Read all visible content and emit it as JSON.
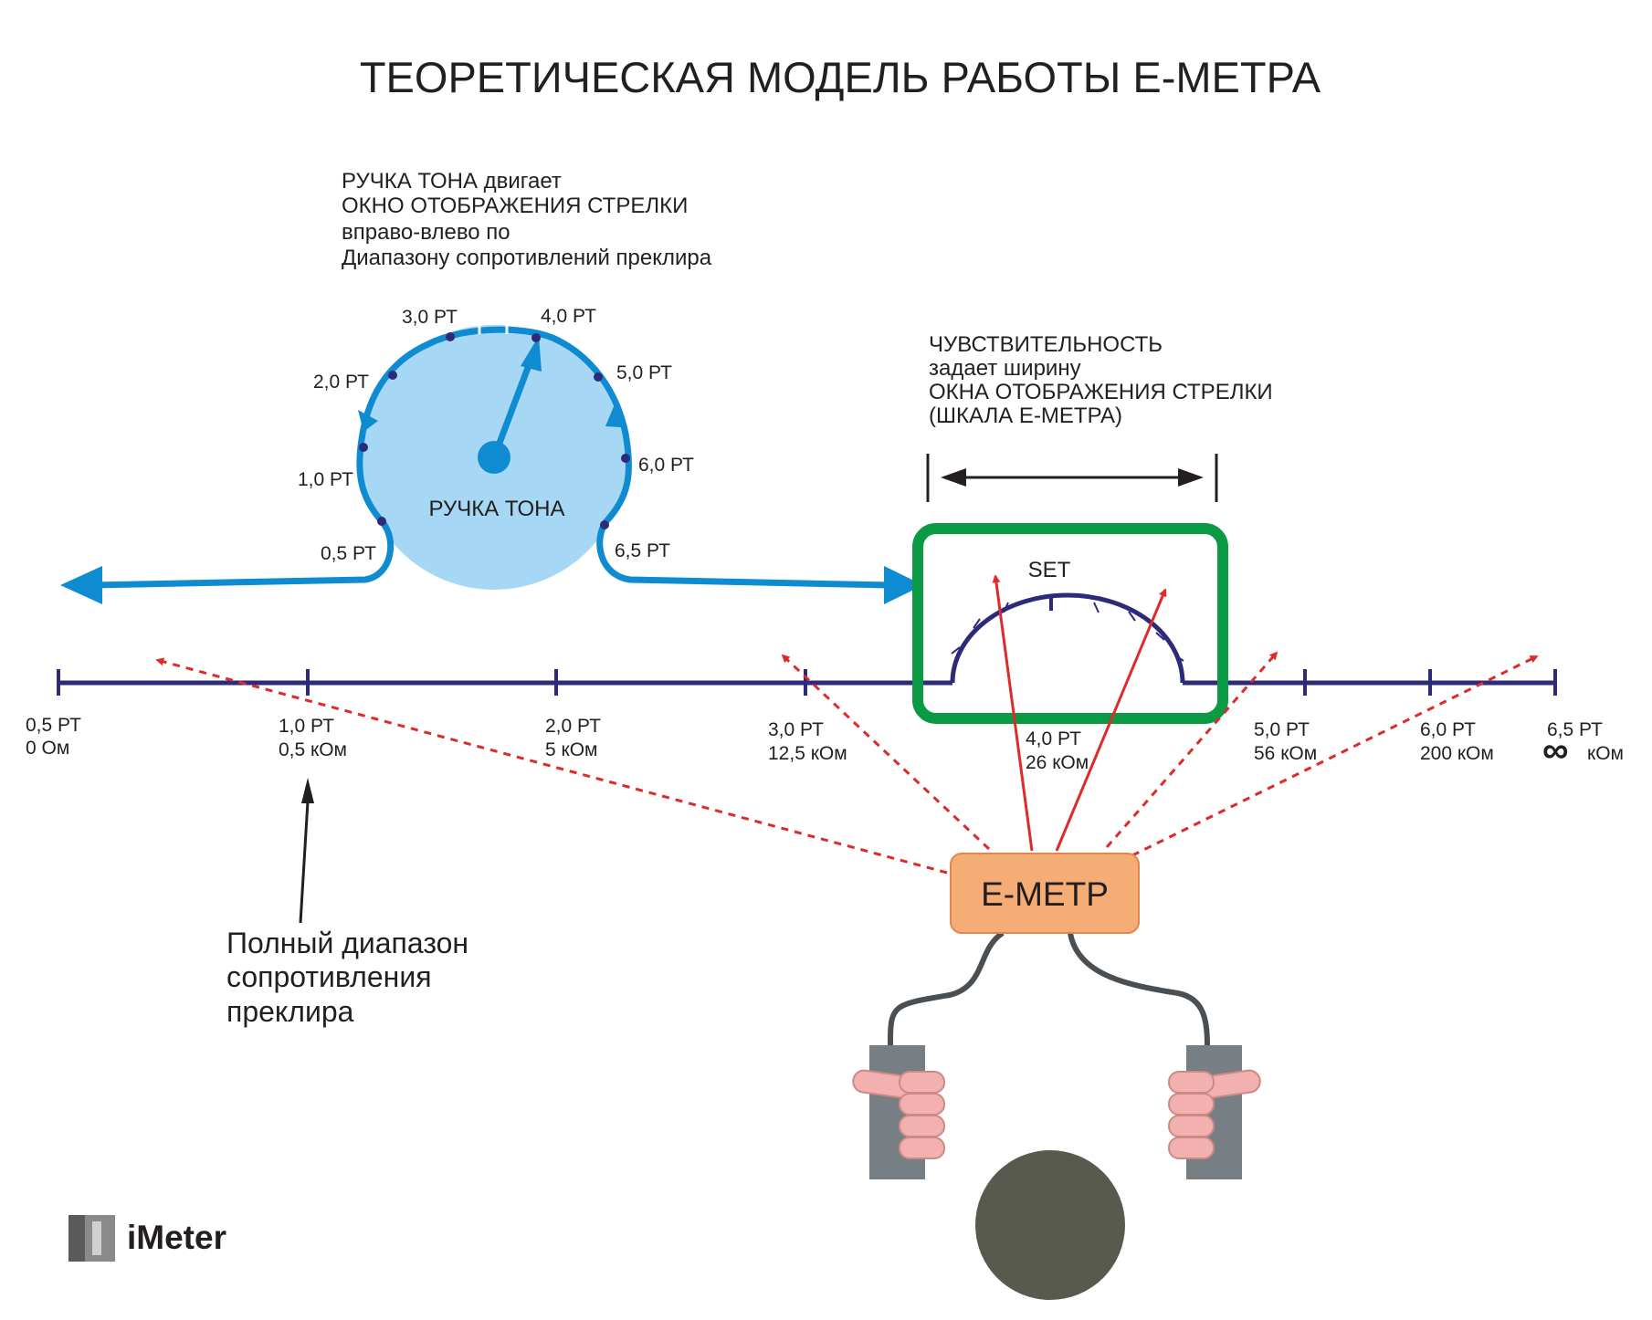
{
  "title": "ТЕОРЕТИЧЕСКАЯ МОДЕЛЬ РАБОТЫ Е-МЕТРА",
  "tone_note": [
    "РУЧКА ТОНА двигает",
    "ОКНО ОТОБРАЖЕНИЯ СТРЕЛКИ",
    "вправо-влево по",
    "Диапазону сопротивлений преклира"
  ],
  "tone_knob": {
    "label": "РУЧКА ТОНА",
    "dial_labels": [
      "0,5 РТ",
      "1,0 РТ",
      "2,0 РТ",
      "3,0 РТ",
      "4,0 РТ",
      "5,0 РТ",
      "6,0 РТ",
      "6,5 РТ"
    ]
  },
  "sensitivity_note": [
    "ЧУВСТВИТЕЛЬНОСТЬ",
    "задает ширину",
    "ОКНА ОТОБРАЖЕНИЯ СТРЕЛКИ",
    "(ШКАЛА Е-МЕТРА)"
  ],
  "meter_window": {
    "set_label": "SET"
  },
  "scale": {
    "ticks": [
      {
        "ta": "0,5 РТ",
        "res": "0 Ом"
      },
      {
        "ta": "1,0 РТ",
        "res": "0,5 кОм"
      },
      {
        "ta": "2,0 РТ",
        "res": "5 кОм"
      },
      {
        "ta": "3,0 РТ",
        "res": "12,5 кОм"
      },
      {
        "ta": "4,0 РТ",
        "res": "26 кОм"
      },
      {
        "ta": "5,0 РТ",
        "res": "56 кОм"
      },
      {
        "ta": "6,0 РТ",
        "res": "200 кОм"
      },
      {
        "ta": "6,5 РТ",
        "res_symbol": "∞",
        "res": "кОм"
      }
    ]
  },
  "range_note": [
    "Полный диапазон",
    "сопротивления",
    "преклира"
  ],
  "emeter_label": "Е-МЕТР",
  "logo": "iMeter",
  "colors": {
    "tone_blue": "#0f8bd1",
    "knob_fill": "#a6d8f5",
    "scale_navy": "#2e2a7a",
    "window_green": "#0a9a44",
    "pointer_red": "#dd2a2a",
    "emeter_fill": "#f5ac75",
    "cable": "#4a4f53",
    "electrode": "#777f84",
    "finger": "#f2b0ae",
    "head": "#58594f"
  }
}
